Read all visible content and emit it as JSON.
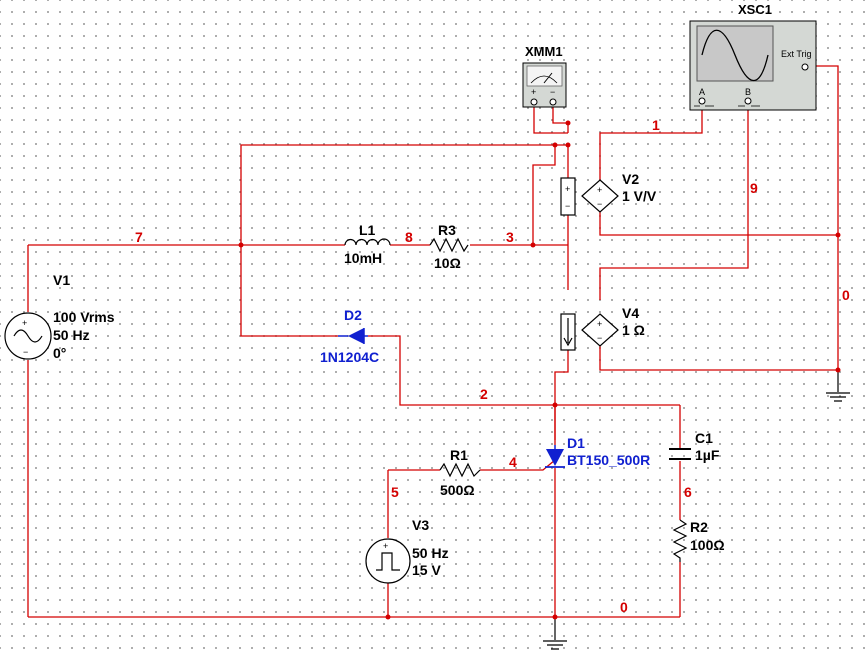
{
  "instruments": {
    "scope": {
      "name": "XSC1",
      "ext_trig": "Ext Trig",
      "ch_a": "A",
      "ch_b": "B"
    },
    "meter": {
      "name": "XMM1",
      "plus": "+",
      "minus": "−"
    }
  },
  "components": {
    "v1": {
      "ref": "V1",
      "line1": "100 Vrms",
      "line2": "50 Hz",
      "line3": "0°"
    },
    "l1": {
      "ref": "L1",
      "value": "10mH"
    },
    "r3": {
      "ref": "R3",
      "value": "10Ω"
    },
    "d2": {
      "ref": "D2",
      "model": "1N1204C"
    },
    "d1": {
      "ref": "D1",
      "model": "BT150_500R"
    },
    "r1": {
      "ref": "R1",
      "value": "500Ω"
    },
    "c1": {
      "ref": "C1",
      "value": "1µF"
    },
    "r2": {
      "ref": "R2",
      "value": "100Ω"
    },
    "v3": {
      "ref": "V3",
      "line1": "50 Hz",
      "line2": "15 V"
    },
    "v2": {
      "ref": "V2",
      "value": "1 V/V"
    },
    "v4": {
      "ref": "V4",
      "value": "1 Ω"
    }
  },
  "nets": [
    "7",
    "8",
    "3",
    "1",
    "9",
    "0",
    "2",
    "4",
    "5",
    "6",
    "0"
  ]
}
